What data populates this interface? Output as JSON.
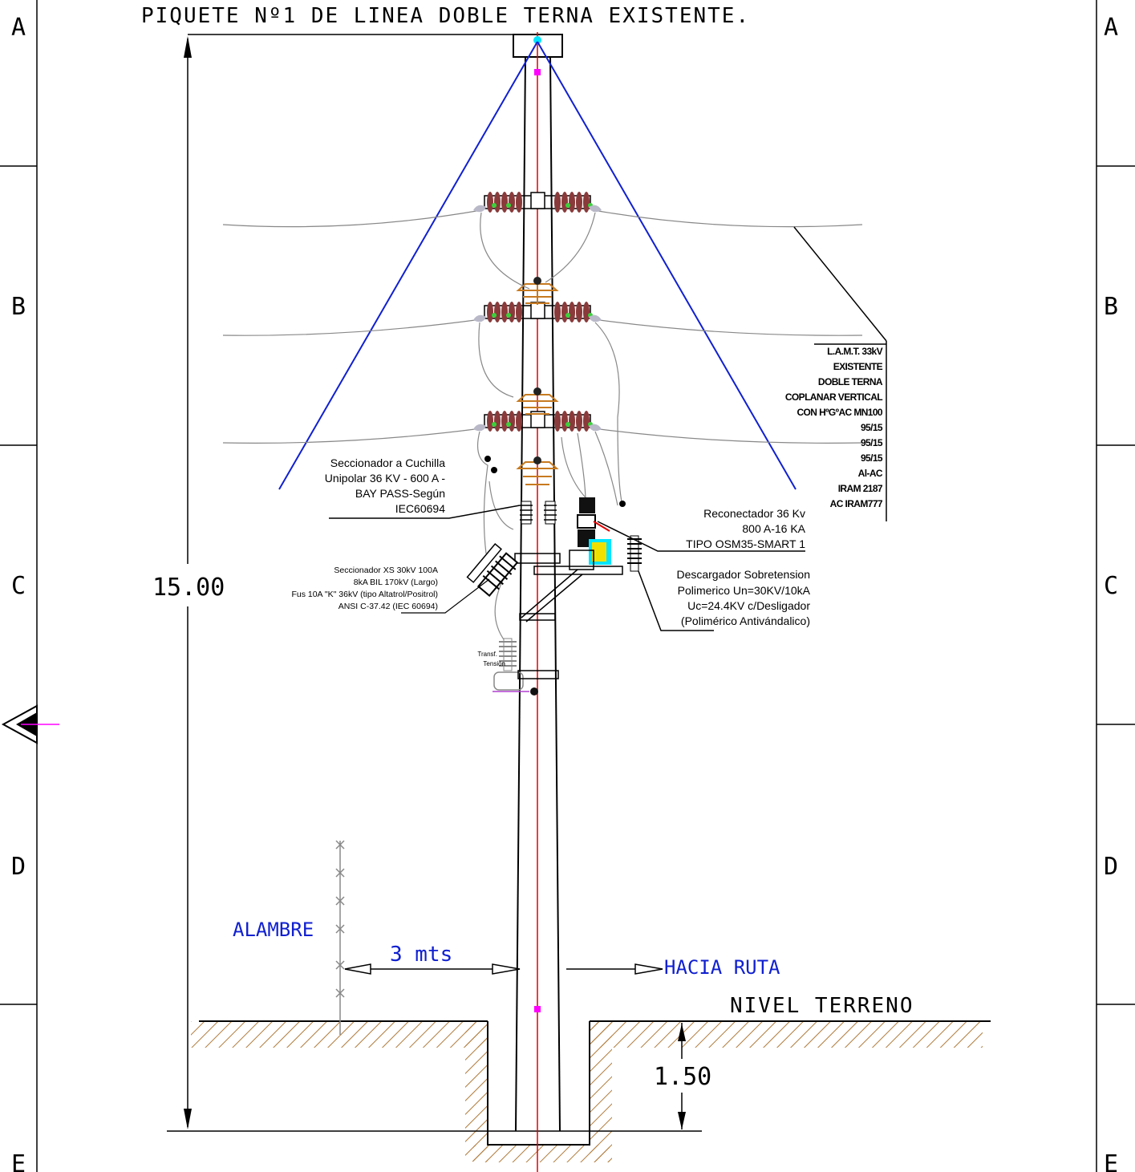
{
  "title": "PIQUETE Nº1 DE LINEA DOBLE TERNA EXISTENTE.",
  "frame": {
    "left_letters": [
      "A",
      "B",
      "C",
      "D",
      "E"
    ],
    "right_letters": [
      "A",
      "B",
      "C",
      "D",
      "E"
    ]
  },
  "dimensions": {
    "height_total": "15.00",
    "depth": "1.50",
    "distance": "3  mts"
  },
  "labels": {
    "alambre": "ALAMBRE",
    "hacia_ruta": "HACIA  RUTA",
    "nivel_terreno": "NIVEL  TERRENO",
    "transf_1": "Transf.",
    "transf_2": "Tensión"
  },
  "line_spec": [
    "L.A.M.T. 33kV",
    "EXISTENTE",
    "DOBLE TERNA",
    "COPLANAR VERTICAL",
    "CON HºGºAC MN100",
    "95/15",
    "95/15",
    "95/15",
    "Al-AC",
    "IRAM 2187",
    "AC IRAM777"
  ],
  "seccionador_cuchilla": [
    "Seccionador a Cuchilla",
    "Unipolar 36 KV  - 600 A -",
    "BAY PASS-Según",
    "IEC60694"
  ],
  "reconectador": [
    "Reconectador 36 Kv",
    "800 A-16 KA",
    "TIPO OSM35-SMART 1"
  ],
  "seccionador_xs": [
    "Seccionador XS 30kV 100A",
    "8kA BIL 170kV (Largo)",
    "Fus 10A \"K\" 36kV (tipo Altatrol/Positrol)",
    "ANSI C-37.42 (IEC 60694)"
  ],
  "descargador": [
    "Descargador Sobretension",
    "Polimerico Un=30KV/10kA",
    "Uc=24.4KV c/Desligador",
    "(Polimérico Antivándalico)"
  ],
  "colors": {
    "guy_wire": "#1020d0",
    "axis": "#e00000",
    "insulator": "#8a3a3a",
    "pin_insulator": "#c77a20",
    "label_blue": "#1020d0",
    "hatch": "#b07a3a",
    "marker": "#ff00ff",
    "cyan": "#00e5ff",
    "yellow": "#f0e000",
    "green_dot": "#3ad13a"
  }
}
